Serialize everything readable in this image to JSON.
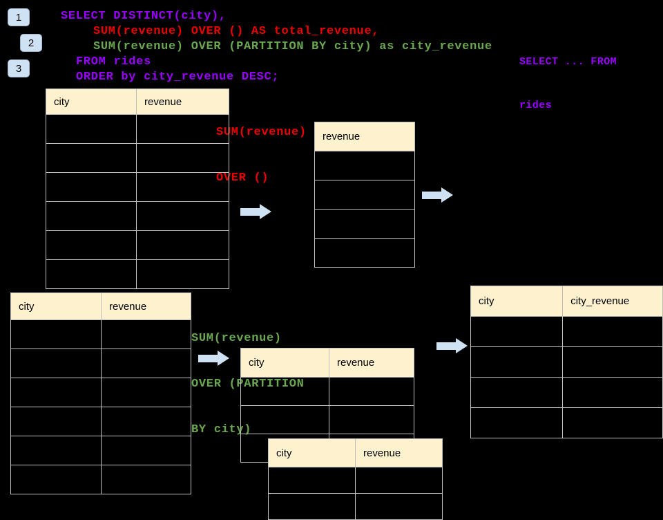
{
  "colors": {
    "background": "#000000",
    "code_purple": "#9900ff",
    "code_red": "#ee0000",
    "code_green": "#6aa84f",
    "arrow_blue": "#cfe2f3",
    "table_header_cream": "#fdf2cd",
    "table_border_gray": "#c2c2c2"
  },
  "badges": [
    {
      "label": "1"
    },
    {
      "label": "2"
    },
    {
      "label": "3"
    }
  ],
  "sql": {
    "line1": "SELECT DISTINCT(city),",
    "line2": "SUM(revenue) OVER () AS total_revenue,",
    "line3": "SUM(revenue) OVER (PARTITION BY city) as city_revenue",
    "line4": "FROM rides",
    "line5": "ORDER by city_revenue DESC;"
  },
  "side_note": {
    "line1": "SELECT ... FROM",
    "line2": "rides"
  },
  "annotations": {
    "total_revenue": {
      "line1": "SUM(revenue)",
      "line2": "OVER ()"
    },
    "partition": {
      "line1": "SUM(revenue)",
      "line2": "OVER (PARTITION",
      "line3": "BY city)"
    }
  },
  "tables": {
    "source_top": {
      "headers": [
        "city",
        "revenue"
      ],
      "rows": [
        [
          "",
          ""
        ],
        [
          "",
          ""
        ],
        [
          "",
          ""
        ],
        [
          "",
          ""
        ],
        [
          "",
          ""
        ],
        [
          "",
          ""
        ]
      ]
    },
    "total": {
      "headers": [
        "revenue"
      ],
      "rows": [
        [
          ""
        ],
        [
          ""
        ],
        [
          ""
        ],
        [
          ""
        ]
      ]
    },
    "source_bottom": {
      "headers": [
        "city",
        "revenue"
      ],
      "rows": [
        [
          "",
          ""
        ],
        [
          "",
          ""
        ],
        [
          "",
          ""
        ],
        [
          "",
          ""
        ],
        [
          "",
          ""
        ],
        [
          "",
          ""
        ]
      ]
    },
    "partition_a": {
      "headers": [
        "city",
        "revenue"
      ],
      "rows": [
        [
          "",
          ""
        ],
        [
          "",
          ""
        ],
        [
          "",
          ""
        ]
      ]
    },
    "partition_b": {
      "headers": [
        "city",
        "revenue"
      ],
      "rows": [
        [
          "",
          ""
        ],
        [
          "",
          ""
        ]
      ]
    },
    "result": {
      "headers": [
        "city",
        "city_revenue"
      ],
      "rows": [
        [
          "",
          ""
        ],
        [
          "",
          ""
        ],
        [
          "",
          ""
        ],
        [
          "",
          ""
        ]
      ]
    }
  }
}
